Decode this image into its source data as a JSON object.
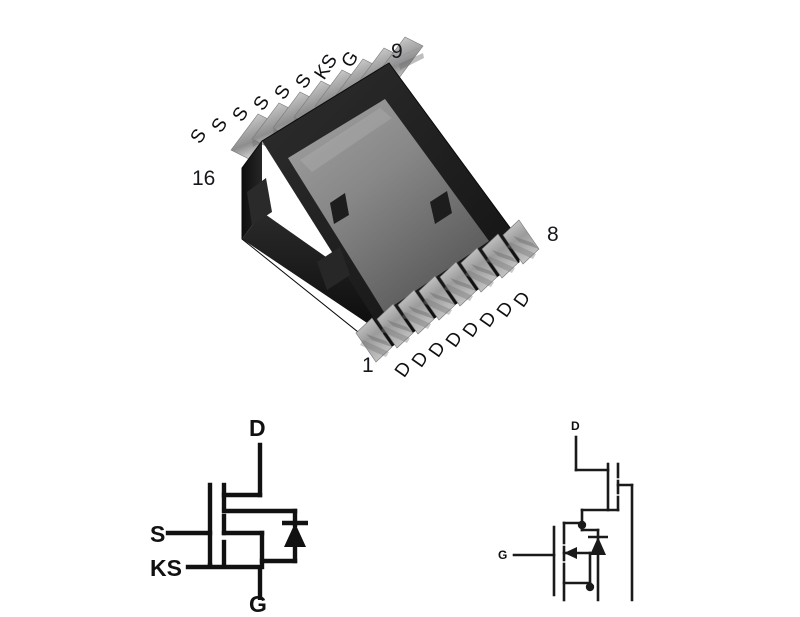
{
  "page": {
    "background_color": "#ffffff",
    "ink_color": "#0d0f12"
  },
  "package_figure": {
    "name": "power-mosfet-package-render",
    "package_style": "PowerSO-16 surface-mount, gull-wing leads, exposed metal pad, 3D perspective view",
    "body_color": "#1b1b1b",
    "pad_color_light": "#9a9a9a",
    "pad_color_dark": "#5c5c5c",
    "lead_color": "#c9c9c9",
    "corner_numbers": [
      {
        "id": "num-9",
        "text": "9"
      },
      {
        "id": "num-16",
        "text": "16"
      },
      {
        "id": "num-8",
        "text": "8"
      },
      {
        "id": "num-1",
        "text": "1"
      }
    ],
    "top_row": {
      "label": "pins 9-16 (top edge)",
      "pin_labels": [
        "S",
        "S",
        "S",
        "S",
        "S",
        "S",
        "KS",
        "G"
      ]
    },
    "bottom_row": {
      "label": "pins 1-8 (bottom edge)",
      "pin_labels": [
        "D",
        "D",
        "D",
        "D",
        "D",
        "D",
        "D",
        "D"
      ]
    }
  },
  "schematic_left": {
    "name": "mosfet-symbol-kelvin-source",
    "description": "N-channel power MOSFET symbol with body diode and separate Kelvin-source terminal",
    "terminals": [
      {
        "id": "D",
        "text": "D"
      },
      {
        "id": "S",
        "text": "S"
      },
      {
        "id": "KS",
        "text": "KS"
      },
      {
        "id": "G",
        "text": "G"
      }
    ]
  },
  "schematic_right": {
    "name": "mosfet-internal-equivalent-circuit",
    "description": "Internal equivalent circuit: cascode N-channel device with gate drive MOSFET, body diode and protection diode",
    "terminals": [
      {
        "id": "D",
        "text": "D"
      },
      {
        "id": "G",
        "text": "G"
      }
    ]
  }
}
